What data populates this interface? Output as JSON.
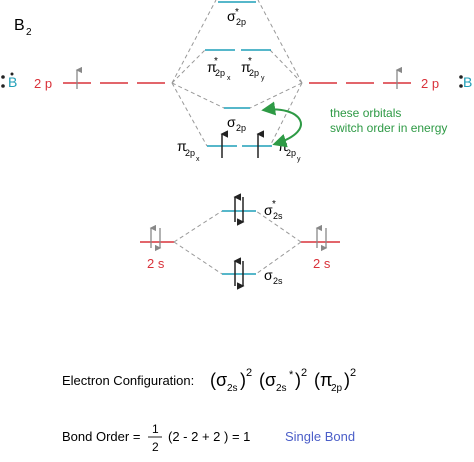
{
  "title": {
    "main": "B",
    "sub": "2"
  },
  "atom_left": {
    "symbol": "B"
  },
  "atom_right": {
    "symbol": "B"
  },
  "labels": {
    "two_p_left": "2 p",
    "two_p_right": "2 p",
    "two_s_left": "2 s",
    "two_s_right": "2 s"
  },
  "orbitals": {
    "sigma_2p_star": {
      "sym": "σ",
      "sub": "2p",
      "sup": "*"
    },
    "pi_2p_star_x": {
      "sym": "π",
      "sub": "2p",
      "subsub": "x",
      "sup": "*"
    },
    "pi_2p_star_y": {
      "sym": "π",
      "sub": "2p",
      "subsub": "y",
      "sup": "*"
    },
    "sigma_2p": {
      "sym": "σ",
      "sub": "2p"
    },
    "pi_2p_x": {
      "sym": "π",
      "sub": "2p",
      "subsub": "x"
    },
    "pi_2p_y": {
      "sym": "π",
      "sub": "2p",
      "subsub": "y"
    },
    "sigma_2s_star": {
      "sym": "σ",
      "sub": "2s",
      "sup": "*"
    },
    "sigma_2s": {
      "sym": "σ",
      "sub": "2s"
    }
  },
  "annotation": {
    "line1": "these orbitals",
    "line2": "switch order in energy"
  },
  "electron_config": {
    "label": "Electron Configuration:",
    "t1": {
      "sym": "σ",
      "sub": "2s",
      "pow": "2"
    },
    "t2": {
      "sym": "σ",
      "sub": "2s",
      "star": "*",
      "pow": "2"
    },
    "t3": {
      "sym": "π",
      "sub": "2p",
      "pow": "2"
    }
  },
  "bond_order": {
    "label": "Bond Order =",
    "numerator": "1",
    "denominator": "2",
    "expression": "(2 - 2 + 2 ) = 1",
    "result": "Single Bond"
  },
  "colors": {
    "red": "#d9323a",
    "cyan": "#1f9fb8",
    "green": "#2e9a45",
    "blue": "#4b5ec8",
    "gray": "#888888"
  }
}
